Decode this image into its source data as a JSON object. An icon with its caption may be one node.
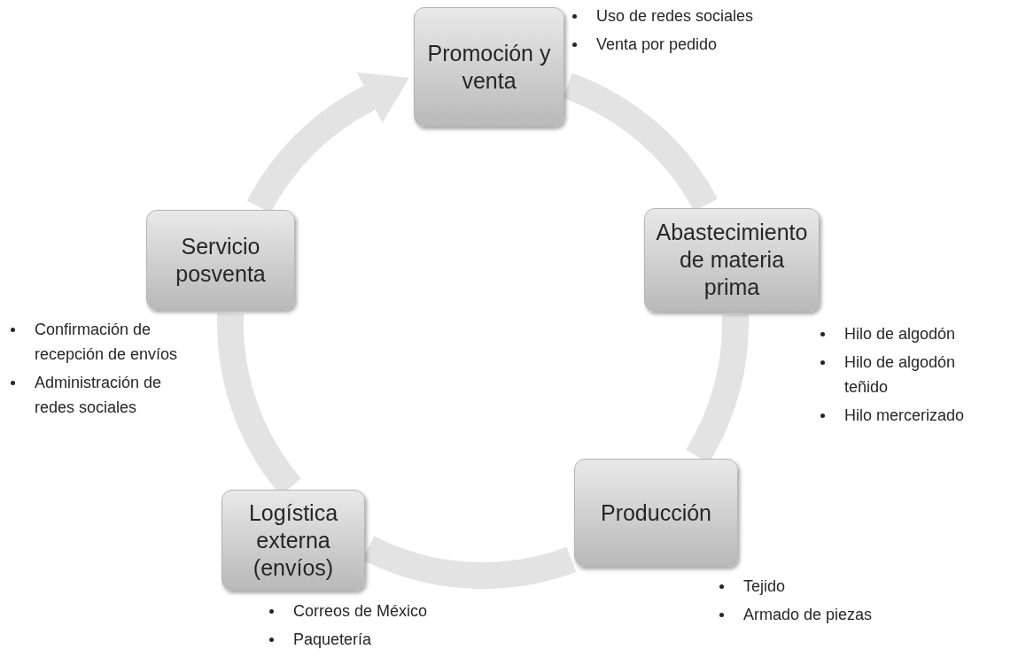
{
  "diagram": {
    "nodes": [
      {
        "text": [
          "Promoción y venta"
        ],
        "beside": [
          "Uso de redes sociales",
          "Venta por pedido"
        ]
      },
      {
        "text": [
          "Abastecimiento de materia prima"
        ],
        "beside": [
          "Hilo de algodón",
          "Hilo de algodón teñido",
          "Hilo mercerizado"
        ]
      },
      {
        "text": [
          "Producción"
        ],
        "beside": [
          "Tejido",
          "Armado de piezas"
        ]
      },
      {
        "text": [
          "Logística externa (envíos)"
        ],
        "beside": [
          "Correos de México",
          "Paquetería"
        ]
      },
      {
        "text": [
          "Servicio posventa"
        ],
        "beside": [
          "Confirmación de recepción de envíos",
          "Administración de redes sociales"
        ]
      }
    ],
    "edges": [
      {
        "from": 0,
        "to": 1,
        "arrow": "none"
      },
      {
        "from": 1,
        "to": 2,
        "arrow": "none"
      },
      {
        "from": 2,
        "to": 3,
        "arrow": "none"
      },
      {
        "from": 3,
        "to": 4,
        "arrow": "none"
      },
      {
        "from": 4,
        "to": 0,
        "arrow": "to"
      }
    ]
  }
}
